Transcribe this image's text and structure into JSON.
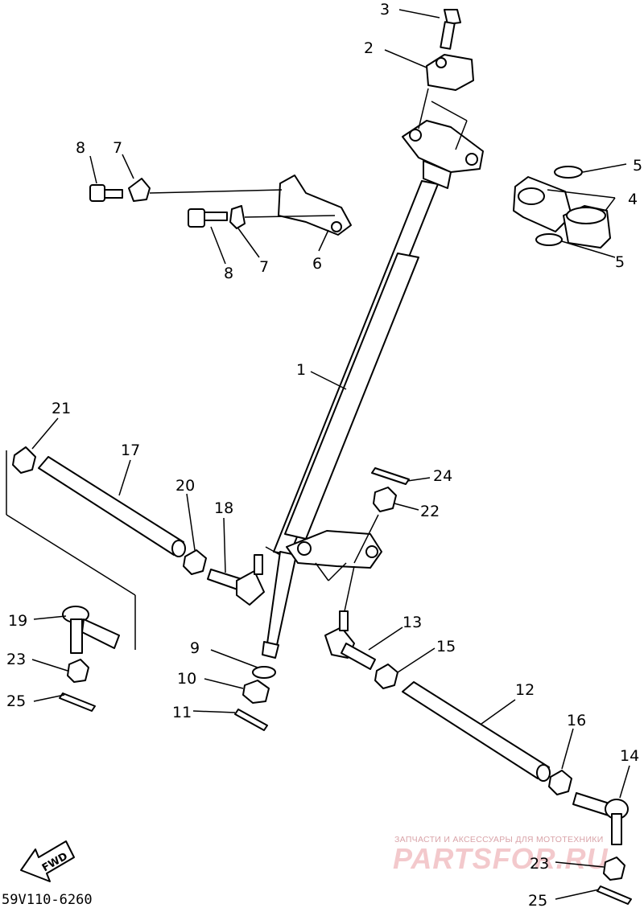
{
  "callouts": {
    "c1": "1",
    "c2": "2",
    "c3": "3",
    "c4": "4",
    "c5a": "5",
    "c5b": "5",
    "c6": "6",
    "c7a": "7",
    "c7b": "7",
    "c8a": "8",
    "c8b": "8",
    "c9": "9",
    "c10": "10",
    "c11": "11",
    "c12": "12",
    "c13": "13",
    "c14": "14",
    "c15": "15",
    "c16": "16",
    "c17": "17",
    "c18": "18",
    "c19": "19",
    "c20": "20",
    "c21": "21",
    "c22": "22",
    "c23a": "23",
    "c23b": "23",
    "c24": "24",
    "c25a": "25",
    "c25b": "25"
  },
  "fwd_label": "FWD",
  "diagram_code": "59V110-6260",
  "watermark": {
    "tagline": "ЗАПЧАСТИ И АКСЕССУАРЫ ДЛЯ МОТОТЕХНИКИ",
    "brand": "PARTSFOR.RU"
  }
}
